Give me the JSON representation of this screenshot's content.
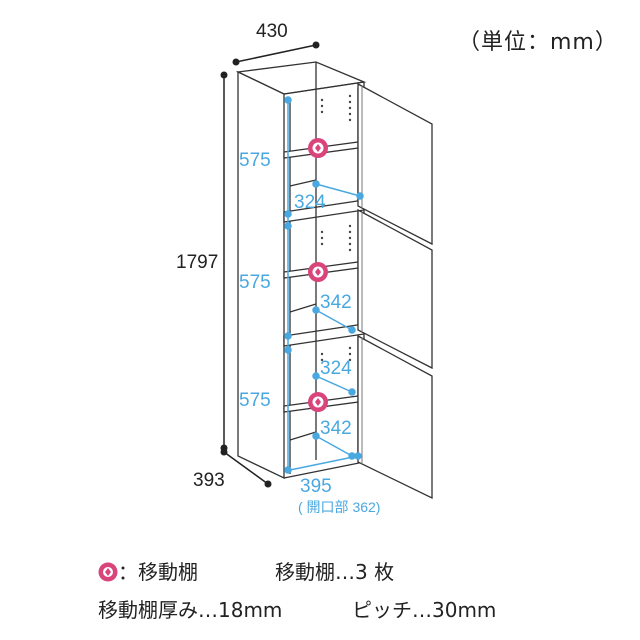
{
  "unit_note": "（単位：mm）",
  "dims": {
    "top_width": "430",
    "height": "1797",
    "depth": "393",
    "section_heights": [
      "575",
      "575",
      "575"
    ],
    "shelf_depths": [
      "324",
      "342",
      "324",
      "342"
    ],
    "bottom_width": "395",
    "opening_note": "( 開口部 362)"
  },
  "legend": {
    "symbol_label": "：移動棚",
    "shelf_count": "移動棚…3 枚",
    "shelf_thickness": "移動棚厚み…18mm",
    "pitch": "ピッチ…30mm"
  },
  "colors": {
    "dim_blue": "#4aa8e0",
    "marker_pink": "#d9457a",
    "line": "#333333"
  }
}
